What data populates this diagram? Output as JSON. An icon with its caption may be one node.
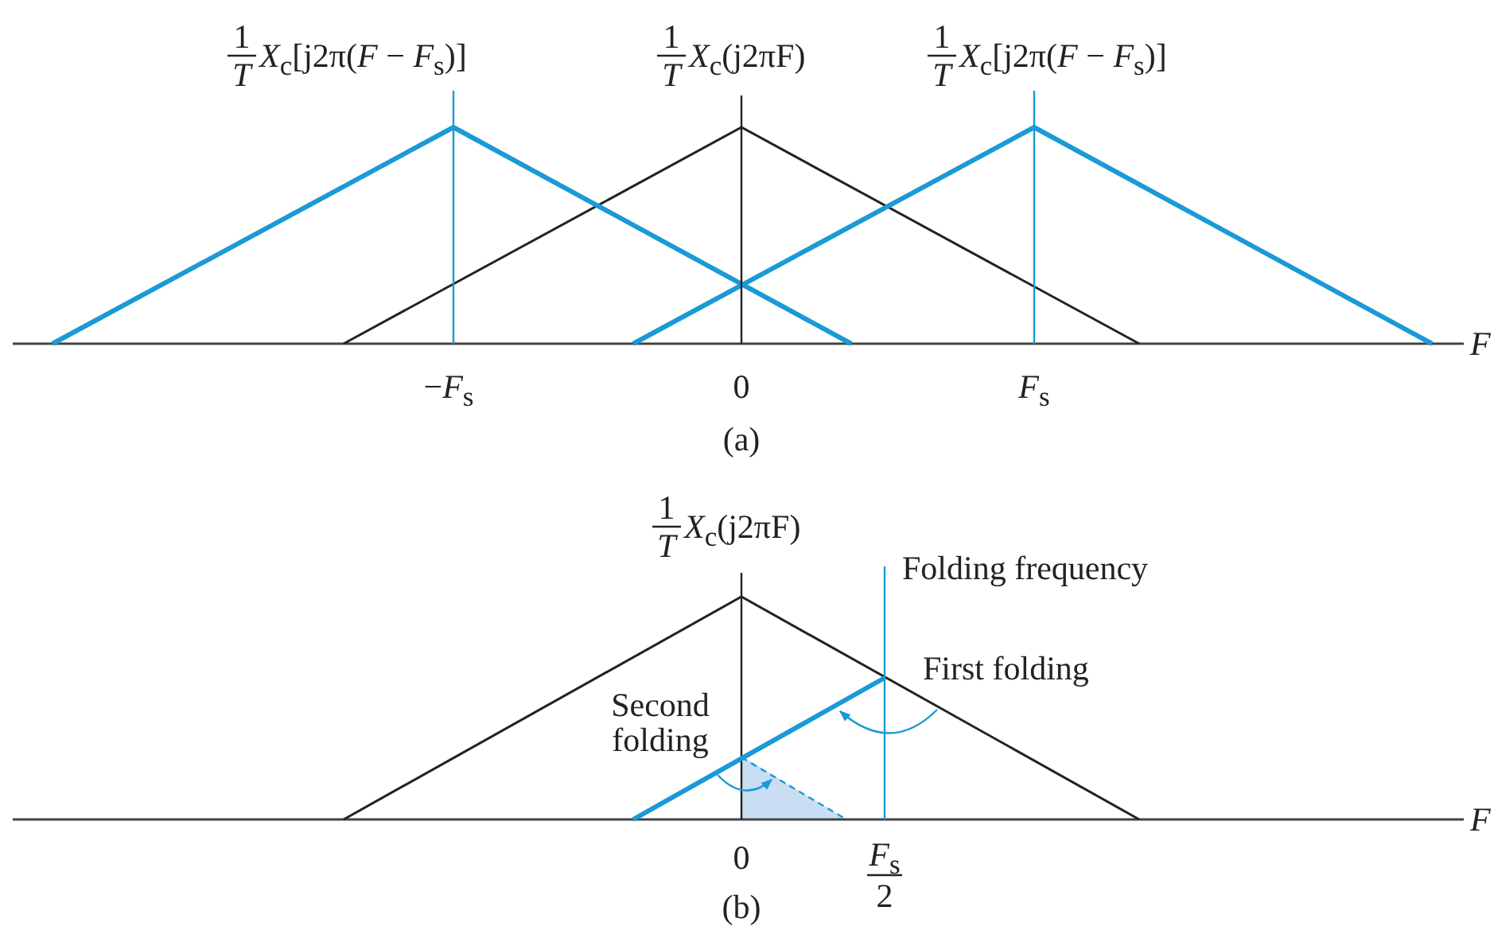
{
  "diagram": {
    "labels": [
      "1",
      "T",
      "*X*$_{c}$[j2π(*F* − *F*$_{s}$)]",
      "1",
      "T",
      "*X*$_{c}$(j2πF)",
      "1",
      "T",
      "*X*$_{c}$[j2π(*F* − *F*$_{s}$)]",
      "F",
      "−*F*$_{s}$",
      "0",
      "*F*$_{s}$",
      "(a)",
      "1",
      "T",
      "*X*$_{c}$(j2πF)",
      "Folding frequency",
      "First folding",
      "Second folding",
      "F",
      "0",
      "*F*$_{s}$",
      "2",
      "(b)"
    ]
  }
}
